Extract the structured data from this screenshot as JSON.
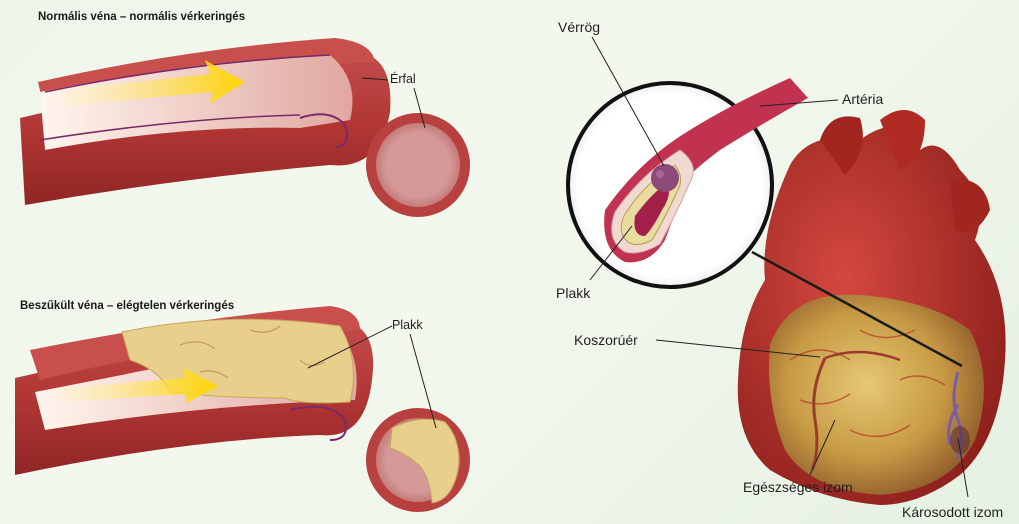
{
  "left": {
    "normal_title": "Normális véna – normális vérkeringés",
    "narrowed_title": "Beszűkült véna – elégtelen vérkeringés",
    "wall_label": "Érfal",
    "plaque_label": "Plakk"
  },
  "right": {
    "clot_label": "Vérrög",
    "artery_label": "Artéria",
    "plaque_label": "Plakk",
    "coronary_label": "Koszorúér",
    "healthy_muscle_label": "Egészséges izom",
    "damaged_muscle_label": "Károsodott izom"
  },
  "colors": {
    "vessel_outer": "#b8403f",
    "vessel_inner": "#d88a86",
    "lumen": "#f4e2d8",
    "plaque": "#e8cf8c",
    "flow_arrow": "#ffd400",
    "heart_red": "#b92b26",
    "heart_yellow": "#c9a24a",
    "vein_purple": "#7a5ba8"
  }
}
